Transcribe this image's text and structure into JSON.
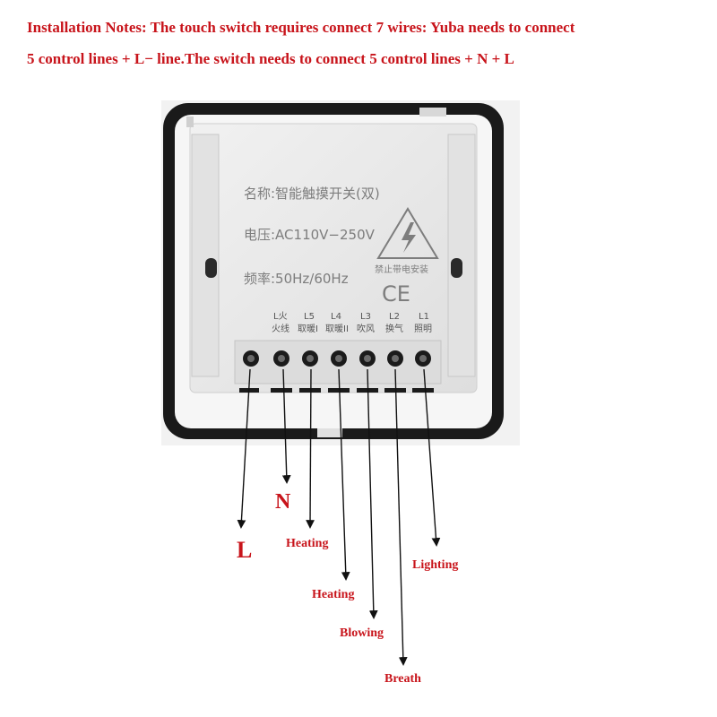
{
  "notes": {
    "line1": "Installation Notes:  The  touch switch requires connect 7 wires: Yuba needs to connect",
    "line2": "5 control lines + L− line.The switch needs to connect 5 control lines + N + L"
  },
  "device": {
    "name_line": "名称:智能触摸开关(双)",
    "voltage_line": "电压:AC110V−250V",
    "frequency_line": "频率:50Hz/60Hz",
    "warning_text": "禁止带电安装",
    "ce_mark": "CE",
    "terminals": [
      {
        "code": "L火",
        "desc": "火线"
      },
      {
        "code": "L5",
        "desc": "取暖I"
      },
      {
        "code": "L4",
        "desc": "取暖II"
      },
      {
        "code": "L3",
        "desc": "吹风"
      },
      {
        "code": "L2",
        "desc": "换气"
      },
      {
        "code": "L1",
        "desc": "照明"
      }
    ]
  },
  "wire_labels": {
    "l": "L",
    "n": "N",
    "heating1": "Heating",
    "heating2": "Heating",
    "blowing": "Blowing",
    "breath": "Breath",
    "lighting": "Lighting"
  },
  "colors": {
    "label_red": "#c8141b",
    "frame_black": "#1a1a1a",
    "panel_gray": "#e9e9e9"
  }
}
